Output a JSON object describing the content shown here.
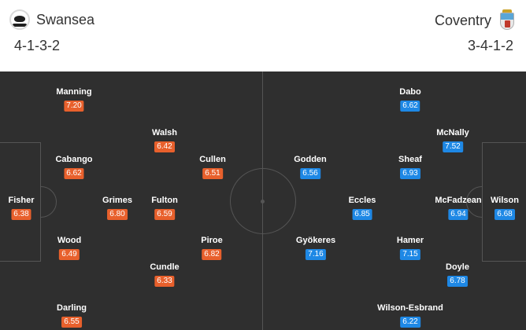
{
  "home": {
    "name": "Swansea",
    "formation": "4-1-3-2",
    "rating_color": "#e8602c",
    "logo_icon": "swansea-swan-crest"
  },
  "away": {
    "name": "Coventry",
    "formation": "3-4-1-2",
    "rating_color": "#1e88e5",
    "logo_icon": "coventry-elephant-shield"
  },
  "pitch_color": "#2f2f2f",
  "home_players": [
    {
      "name": "Manning",
      "rating": "7.20"
    },
    {
      "name": "Walsh",
      "rating": "6.42"
    },
    {
      "name": "Cabango",
      "rating": "6.62"
    },
    {
      "name": "Cullen",
      "rating": "6.51"
    },
    {
      "name": "Fisher",
      "rating": "6.38"
    },
    {
      "name": "Grimes",
      "rating": "6.80"
    },
    {
      "name": "Fulton",
      "rating": "6.59"
    },
    {
      "name": "Wood",
      "rating": "6.49"
    },
    {
      "name": "Piroe",
      "rating": "6.82"
    },
    {
      "name": "Cundle",
      "rating": "6.33"
    },
    {
      "name": "Darling",
      "rating": "6.55"
    }
  ],
  "away_players": [
    {
      "name": "Dabo",
      "rating": "6.62"
    },
    {
      "name": "McNally",
      "rating": "7.52"
    },
    {
      "name": "Godden",
      "rating": "6.56"
    },
    {
      "name": "Sheaf",
      "rating": "6.93"
    },
    {
      "name": "Eccles",
      "rating": "6.85"
    },
    {
      "name": "McFadzean",
      "rating": "6.94"
    },
    {
      "name": "Wilson",
      "rating": "6.68"
    },
    {
      "name": "Gyökeres",
      "rating": "7.16"
    },
    {
      "name": "Hamer",
      "rating": "7.15"
    },
    {
      "name": "Doyle",
      "rating": "6.78"
    },
    {
      "name": "Wilson-Esbrand",
      "rating": "6.22"
    }
  ]
}
